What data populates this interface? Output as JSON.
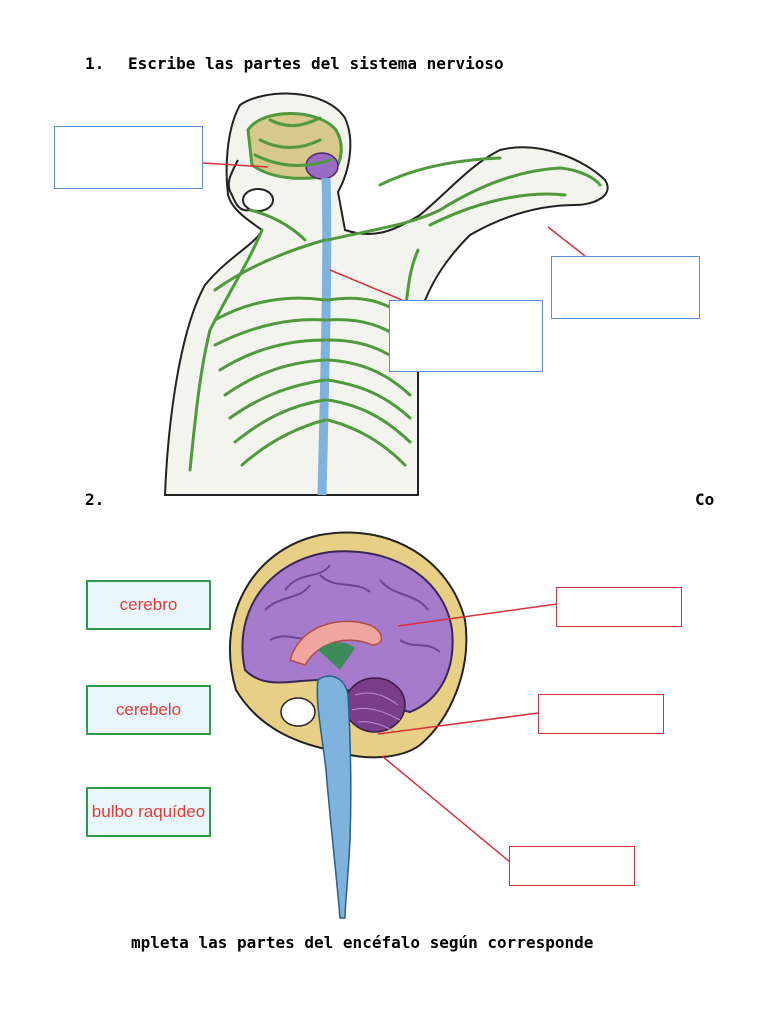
{
  "section1": {
    "number": "1.",
    "title": "Escribe las partes del sistema nervioso"
  },
  "section2": {
    "number": "2.",
    "title_start": "Co",
    "title_rest": "mpleta las partes del encéfalo según corresponde"
  },
  "word_bank": [
    {
      "label": "cerebro"
    },
    {
      "label": "cerebelo"
    },
    {
      "label": "bulbo raquídeo"
    }
  ],
  "colors": {
    "nerve_green": "#4f9a3c",
    "brain_purple": "#9b6cc4",
    "spine_blue": "#7fb2dc",
    "answer_box_blue": "#5b8ed6",
    "answer_box_red": "#d9313a",
    "word_card_border": "#2e9a4a",
    "word_card_text": "#e23b36"
  }
}
